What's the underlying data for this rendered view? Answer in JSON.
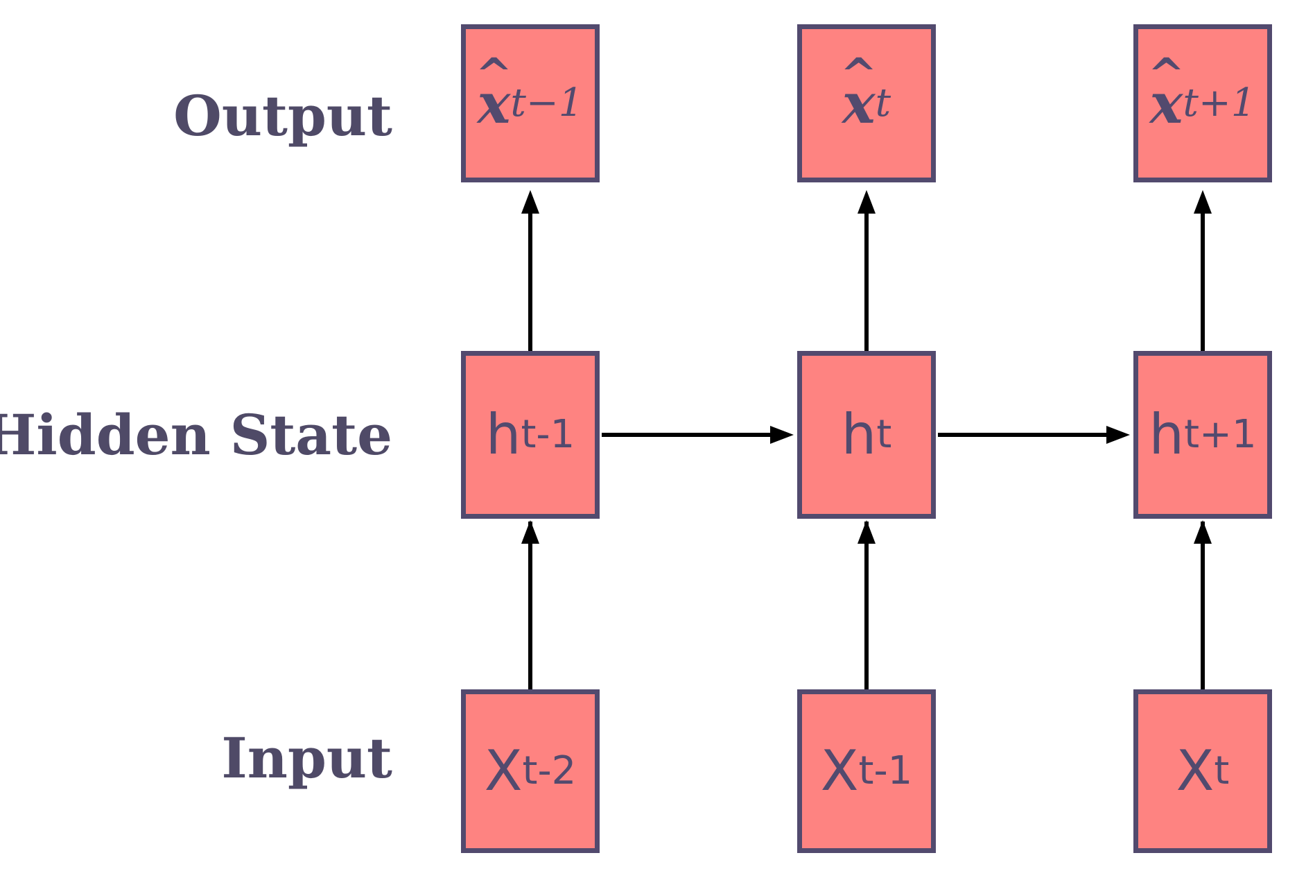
{
  "rows": {
    "output": "Output",
    "hidden": "Hidden State",
    "input": "Input"
  },
  "outputs": [
    {
      "base": "x",
      "hat": "^",
      "sub": "t−1"
    },
    {
      "base": "x",
      "hat": "^",
      "sub": "t"
    },
    {
      "base": "x",
      "hat": "^",
      "sub": "t+1"
    }
  ],
  "hidden": [
    {
      "base": "h",
      "sub": "t-1"
    },
    {
      "base": "h",
      "sub": "t"
    },
    {
      "base": "h",
      "sub": "t+1"
    }
  ],
  "inputs": [
    {
      "base": "X",
      "sub": "t-2"
    },
    {
      "base": "X",
      "sub": "t-1"
    },
    {
      "base": "X",
      "sub": "t"
    }
  ],
  "colors": {
    "node_fill": "#fe8381",
    "node_border": "#524a6e",
    "label_text": "#4f4a67",
    "arrow": "#000000"
  }
}
